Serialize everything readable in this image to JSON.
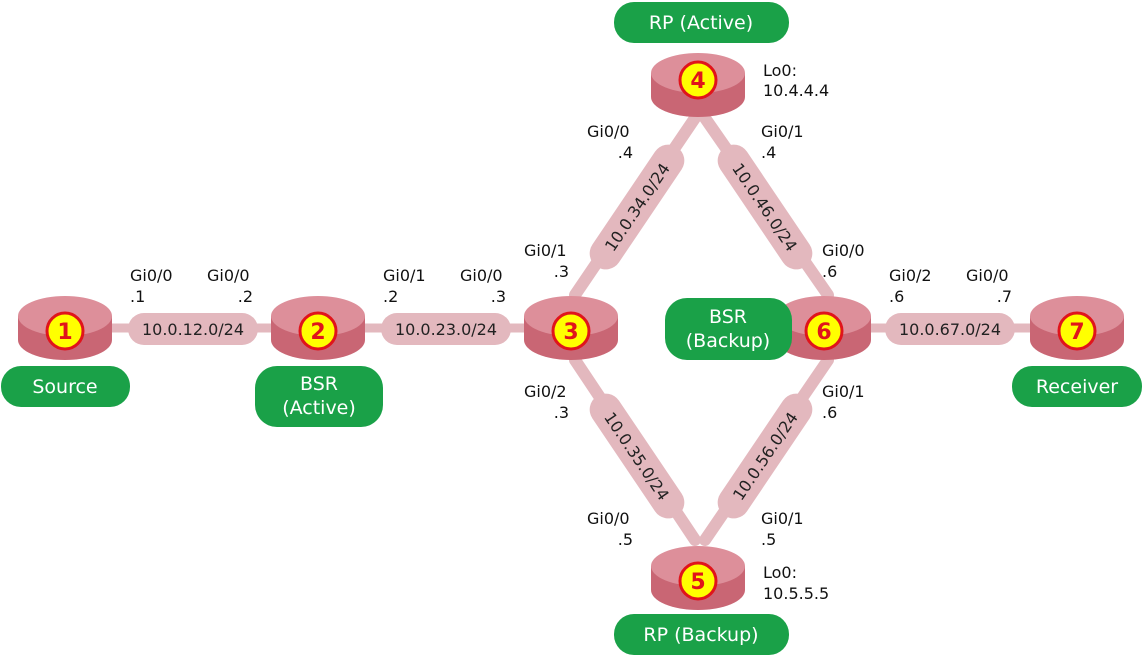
{
  "colors": {
    "link": "#e3b8be",
    "router_body": "#c96674",
    "router_top": "#dd8f9a",
    "role_badge": "#1aa148",
    "number_fill": "#ffff00",
    "number_stroke": "#e0141b"
  },
  "routers": [
    {
      "id": "r1",
      "number": "1"
    },
    {
      "id": "r2",
      "number": "2"
    },
    {
      "id": "r3",
      "number": "3"
    },
    {
      "id": "r4",
      "number": "4"
    },
    {
      "id": "r5",
      "number": "5"
    },
    {
      "id": "r6",
      "number": "6"
    },
    {
      "id": "r7",
      "number": "7"
    }
  ],
  "roles": {
    "source": [
      "Source"
    ],
    "bsr_active": [
      "BSR",
      "(Active)"
    ],
    "rp_active": [
      "RP (Active)"
    ],
    "rp_backup": [
      "RP (Backup)"
    ],
    "bsr_backup": [
      "BSR",
      "(Backup)"
    ],
    "receiver": [
      "Receiver"
    ]
  },
  "links": [
    {
      "id": "l12",
      "from": "r1",
      "to": "r2",
      "subnet": "10.0.12.0/24"
    },
    {
      "id": "l23",
      "from": "r2",
      "to": "r3",
      "subnet": "10.0.23.0/24"
    },
    {
      "id": "l34",
      "from": "r3",
      "to": "r4",
      "subnet": "10.0.34.0/24"
    },
    {
      "id": "l46",
      "from": "r4",
      "to": "r6",
      "subnet": "10.0.46.0/24"
    },
    {
      "id": "l35",
      "from": "r3",
      "to": "r5",
      "subnet": "10.0.35.0/24"
    },
    {
      "id": "l56",
      "from": "r5",
      "to": "r6",
      "subnet": "10.0.56.0/24"
    },
    {
      "id": "l67",
      "from": "r6",
      "to": "r7",
      "subnet": "10.0.67.0/24"
    }
  ],
  "interfaces": {
    "r1_gi00": [
      "Gi0/0",
      ".1"
    ],
    "r2_gi00": [
      "Gi0/0",
      ".2"
    ],
    "r2_gi01": [
      "Gi0/1",
      ".2"
    ],
    "r3_gi00": [
      "Gi0/0",
      ".3"
    ],
    "r3_gi01": [
      "Gi0/1",
      ".3"
    ],
    "r3_gi02": [
      "Gi0/2",
      ".3"
    ],
    "r4_gi00": [
      "Gi0/0",
      ".4"
    ],
    "r4_gi01": [
      "Gi0/1",
      ".4"
    ],
    "r5_gi00": [
      "Gi0/0",
      ".5"
    ],
    "r5_gi01": [
      "Gi0/1",
      ".5"
    ],
    "r6_gi00": [
      "Gi0/0",
      ".6"
    ],
    "r6_gi01": [
      "Gi0/1",
      ".6"
    ],
    "r6_gi02": [
      "Gi0/2",
      ".6"
    ],
    "r7_gi00": [
      "Gi0/0",
      ".7"
    ]
  },
  "loopbacks": {
    "r4_lo0": [
      "Lo0:",
      "10.4.4.4"
    ],
    "r5_lo0": [
      "Lo0:",
      "10.5.5.5"
    ]
  }
}
